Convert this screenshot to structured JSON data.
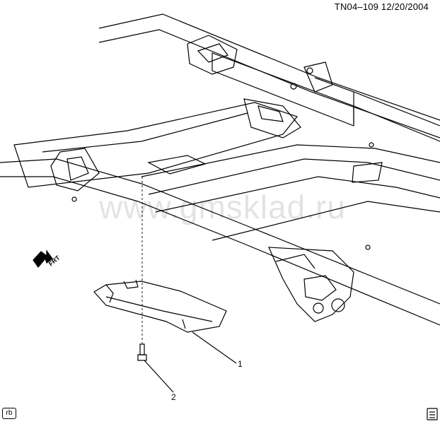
{
  "header": {
    "ref": "TN04–109",
    "date": "12/20/2004"
  },
  "callouts": [
    {
      "label": "1",
      "part": "skid plate"
    },
    {
      "label": "2",
      "part": "bolt"
    }
  ],
  "direction": {
    "label": "FRT",
    "icon": "front-arrow-icon"
  },
  "watermark": "www.gmsklad.ru",
  "corner_tag": "rb",
  "corner_icon": "document-icon",
  "colors": {
    "line": "#000000",
    "background": "#ffffff",
    "watermark": "#c8c8c8"
  }
}
